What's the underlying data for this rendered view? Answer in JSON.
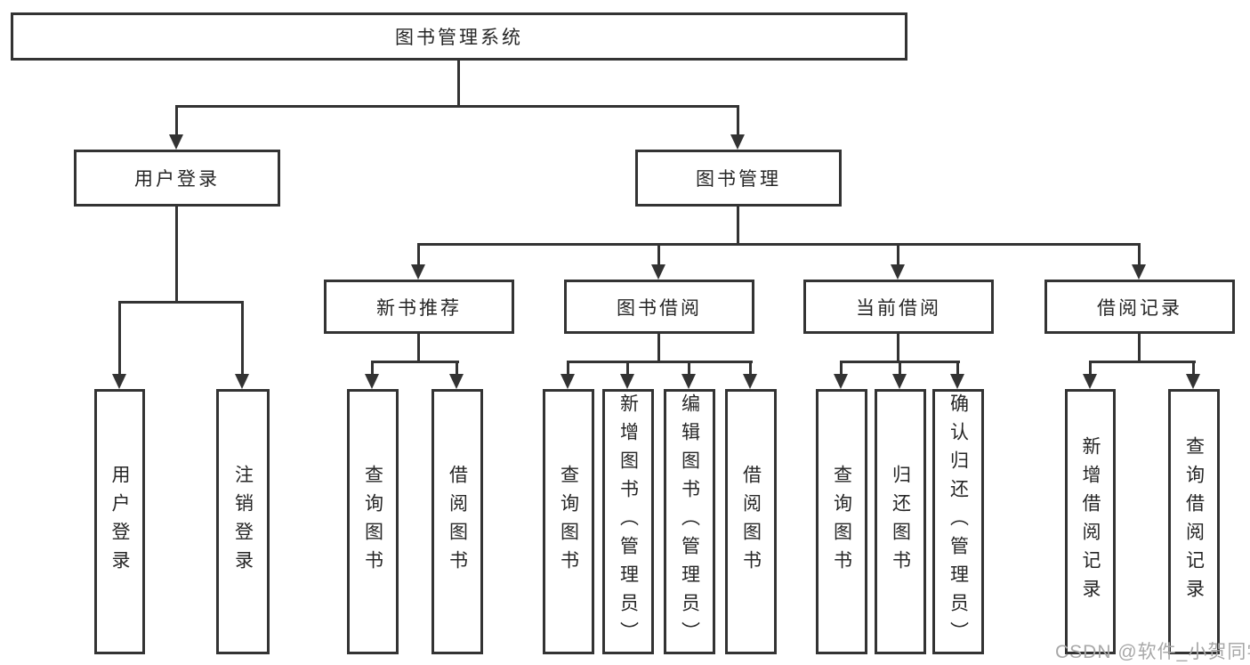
{
  "page": {
    "background": "#ffffff",
    "line_color": "#333333",
    "text_color": "#262626",
    "watermark": "CSDN @软件_小贺同学"
  },
  "nodes": {
    "root": {
      "label": "图书管理系统"
    },
    "user_login": {
      "label": "用户登录"
    },
    "book_mgmt": {
      "label": "图书管理"
    },
    "new_book_rec": {
      "label": "新书推荐"
    },
    "book_borrow": {
      "label": "图书借阅"
    },
    "current_borrow": {
      "label": "当前借阅"
    },
    "borrow_records": {
      "label": "借阅记录"
    },
    "leaf_user_login": {
      "label": "用户登录"
    },
    "leaf_logout": {
      "label": "注销登录"
    },
    "leaf_rec_query_books": {
      "label": "查询图书"
    },
    "leaf_rec_borrow_books": {
      "label": "借阅图书"
    },
    "leaf_bb_query_books": {
      "label": "查询图书"
    },
    "leaf_bb_add_books": {
      "label": "新增图书（管理员）"
    },
    "leaf_bb_edit_books": {
      "label": "编辑图书（管理员）"
    },
    "leaf_bb_borrow_books": {
      "label": "借阅图书"
    },
    "leaf_cb_query_books": {
      "label": "查询图书"
    },
    "leaf_cb_return_books": {
      "label": "归还图书"
    },
    "leaf_cb_confirm_return": {
      "label": "确认归还（管理员）"
    },
    "leaf_br_add_record": {
      "label": "新增借阅记录"
    },
    "leaf_br_query_record": {
      "label": "查询借阅记录"
    }
  },
  "hierarchy": {
    "图书管理系统": [
      "用户登录",
      "图书管理"
    ],
    "用户登录": [
      "用户登录",
      "注销登录"
    ],
    "图书管理": [
      "新书推荐",
      "图书借阅",
      "当前借阅",
      "借阅记录"
    ],
    "新书推荐": [
      "查询图书",
      "借阅图书"
    ],
    "图书借阅": [
      "查询图书",
      "新增图书（管理员）",
      "编辑图书（管理员）",
      "借阅图书"
    ],
    "当前借阅": [
      "查询图书",
      "归还图书",
      "确认归还（管理员）"
    ],
    "借阅记录": [
      "新增借阅记录",
      "查询借阅记录"
    ]
  }
}
